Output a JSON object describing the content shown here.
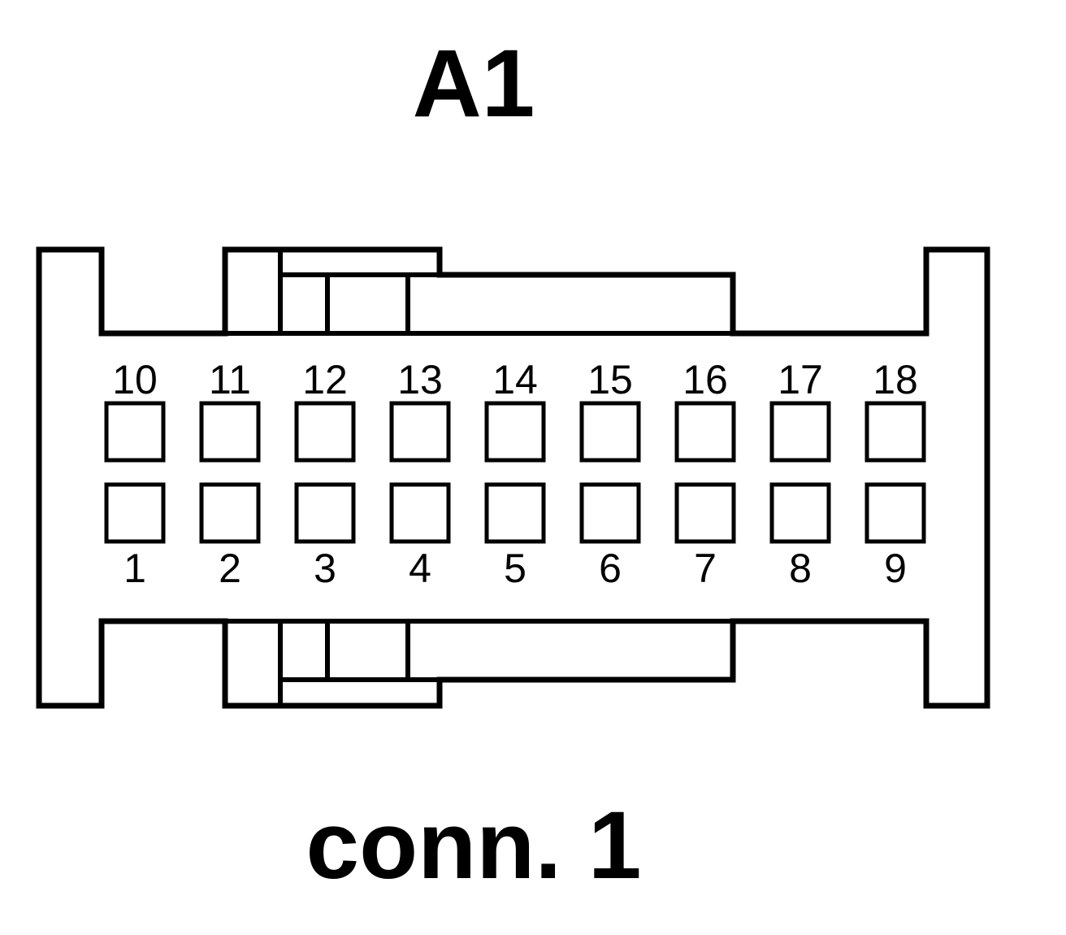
{
  "header": {
    "title": "A1"
  },
  "footer": {
    "caption": "conn. 1"
  },
  "connector": {
    "top_row": [
      "10",
      "11",
      "12",
      "13",
      "14",
      "15",
      "16",
      "17",
      "18"
    ],
    "bottom_row": [
      "1",
      "2",
      "3",
      "4",
      "5",
      "6",
      "7",
      "8",
      "9"
    ]
  }
}
